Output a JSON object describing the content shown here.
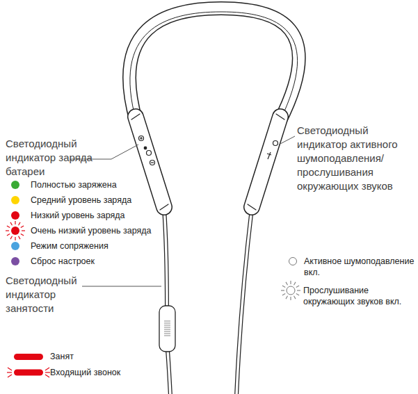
{
  "diagram": {
    "labels": [
      "Светодиодный индикатор заряда батареи",
      "Светодиодный индикатор активного шумоподавления/ прослушивания окружающих звуков",
      "Светодиодный индикатор занятости"
    ],
    "legend": [
      {
        "text": "Полностью заряжена",
        "color": "#3aaa35"
      },
      {
        "text": "Средний уровень заряда",
        "color": "#ffd500"
      },
      {
        "text": "Низкий уровень заряда",
        "color": "#e30613"
      },
      {
        "text": "Очень низкий уровень заряда"
      },
      {
        "text": "Режим сопряжения",
        "color": "#4aa3df"
      },
      {
        "text": "Сброс настроек",
        "color": "#7b4fa3"
      },
      {
        "text": "Активное шумоподавление вкл.",
        "color": "#ffffff"
      },
      {
        "text": "Прослушивание окружающих звуков вкл."
      },
      {
        "text": "Занят",
        "color": "#e30613"
      },
      {
        "text": "Входящий звонок"
      }
    ]
  }
}
